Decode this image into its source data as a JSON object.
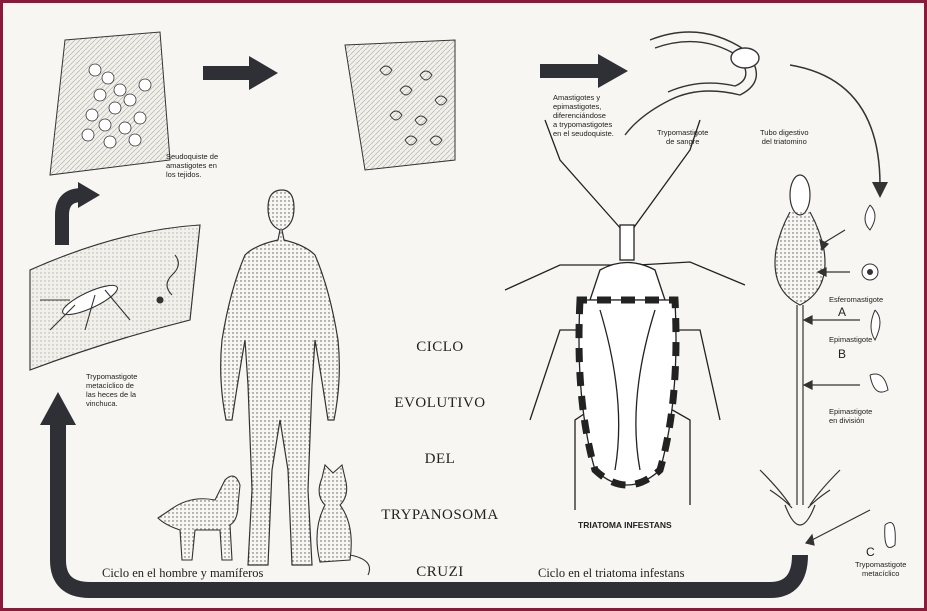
{
  "title": {
    "lines": [
      "CICLO",
      "EVOLUTIVO",
      "DEL",
      "TRYPANOSOMA",
      "CRUZI"
    ]
  },
  "labels": {
    "seudoquiste": "Seudoquiste de\namastigotes en\nlos tejidos.",
    "amastigotes": "Amastigotes y\nepimastigotes,\ndiferenciándose\na trypomastigotes\nen el seudoquiste.",
    "trypo_sangre": "Trypomastigote\nde sangre",
    "tubo_digestivo": "Tubo digestivo\ndel triatomino",
    "esferomastigote": "Esferomastigote",
    "letter_a": "A",
    "epimastigote": "Epimastigote",
    "letter_b": "B",
    "epimastigote_division": "Epimastigote\nen división",
    "letter_c": "C",
    "trypo_metaciclico_c": "Trypomastigote\nmetacíclico",
    "trypo_metaciclico_heces": "Trypomastigote\nmetacíclico de\nlas heces de la\nvinchuca.",
    "triatoma": "TRIATOMA INFESTANS",
    "ciclo_hombre": "Ciclo en el hombre y mamíferos",
    "ciclo_triatoma": "Ciclo en el triatoma infestans"
  },
  "colors": {
    "frame": "#8b1a3a",
    "arrow": "#2f2f36",
    "ink": "#222222"
  }
}
